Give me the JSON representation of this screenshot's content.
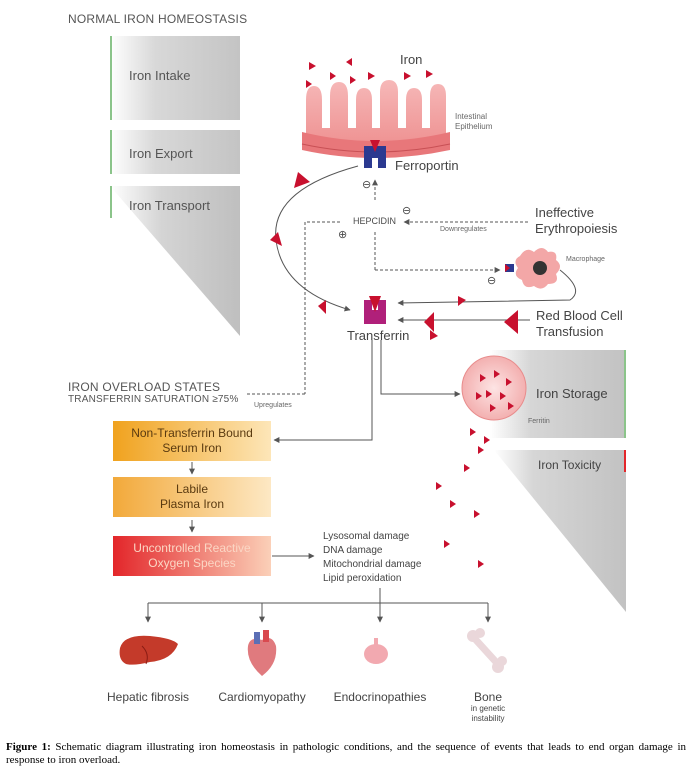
{
  "normal": {
    "title": "NORMAL IRON HOMEOSTASIS",
    "stages": [
      "Iron Intake",
      "Iron Export",
      "Iron Transport"
    ]
  },
  "top": {
    "iron": "Iron",
    "epithelium_line1": "Intestinal",
    "epithelium_line2": "Epithelium",
    "ferroportin": "Ferroportin",
    "hepcidin": "HEPCIDIN",
    "downregulates": "Downregulates",
    "upregulates": "Upregulates",
    "ineffective_line1": "Ineffective",
    "ineffective_line2": "Erythropoiesis",
    "macrophage": "Macrophage",
    "rbc_line1": "Red Blood Cell",
    "rbc_line2": "Transfusion",
    "transferrin": "Transferrin",
    "iron_storage": "Iron Storage",
    "ferritin": "Ferritin",
    "iron_toxicity": "Iron Toxicity",
    "minus": "⊖",
    "plus": "⊕"
  },
  "overload": {
    "title": "IRON OVERLOAD STATES",
    "subtitle": "TRANSFERRIN SATURATION ≥75%",
    "boxes": [
      {
        "line1": "Non-Transferrin Bound",
        "line2": "Serum Iron",
        "color_from": "#f0a21e",
        "color_to": "#fde6b8",
        "text_color": "#5a3a10"
      },
      {
        "line1": "Labile",
        "line2": "Plasma Iron",
        "color_from": "#f2a93a",
        "color_to": "#fde8c4",
        "text_color": "#5a3a10"
      },
      {
        "line1": "Uncontrolled Reactive",
        "line2": "Oxygen Species",
        "color_from": "#e3262a",
        "color_to": "#fbd0b8",
        "text_color": "#fbd6c4"
      }
    ],
    "damage": [
      "Lysosomal damage",
      "DNA damage",
      "Mitochondrial damage",
      "Lipid peroxidation"
    ]
  },
  "organs": [
    {
      "name": "Hepatic fibrosis",
      "icon": "liver-icon"
    },
    {
      "name": "Cardiomyopathy",
      "icon": "heart-icon"
    },
    {
      "name": "Endocrinopathies",
      "icon": "gland-icon"
    },
    {
      "name": "Bone",
      "icon": "bone-icon",
      "note_line1": "in genetic",
      "note_line2": "instability"
    }
  ],
  "caption": {
    "label": "Figure 1:",
    "text": " Schematic diagram illustrating iron homeostasis in pathologic conditions, and the sequence of events that leads to end organ damage in response to iron overload."
  },
  "colors": {
    "iron_red": "#c8102e",
    "grey_panel": "#c8c8c8",
    "green_edge": "#8bc48a",
    "ferroportin_blue": "#2b3990",
    "transferrin_magenta": "#b0207a"
  }
}
